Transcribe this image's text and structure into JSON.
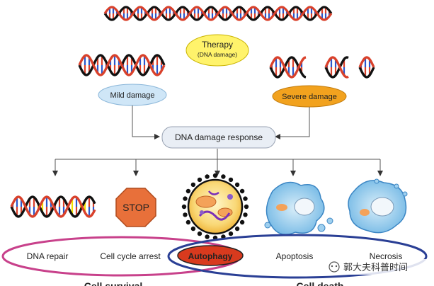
{
  "therapy": {
    "title": "Therapy",
    "subtitle": "(DNA damage)"
  },
  "mild": {
    "label": "Mild damage"
  },
  "severe": {
    "label": "Severe damage"
  },
  "response": {
    "label": "DNA damage response"
  },
  "stop": {
    "label": "STOP"
  },
  "outcomes": {
    "dna_repair": "DNA repair",
    "cell_cycle_arrest": "Cell cycle arrest",
    "autophagy": "Autophagy",
    "apoptosis": "Apoptosis",
    "necrosis": "Necrosis"
  },
  "groups": {
    "survival": "Cell survival",
    "death": "Cell death"
  },
  "watermark": "郭大夫科普时间",
  "colors": {
    "therapy_fill": "#fff36b",
    "mild_fill": "#cfe6f7",
    "severe_fill": "#f2a21e",
    "response_fill": "#e9eef5",
    "stop_fill": "#e8703a",
    "autophagy_fill": "#d83a1e",
    "survival_ring": "#c8418b",
    "death_ring": "#2a3f95",
    "dna_red": "#d9412b",
    "dna_blue": "#2b57c9"
  }
}
